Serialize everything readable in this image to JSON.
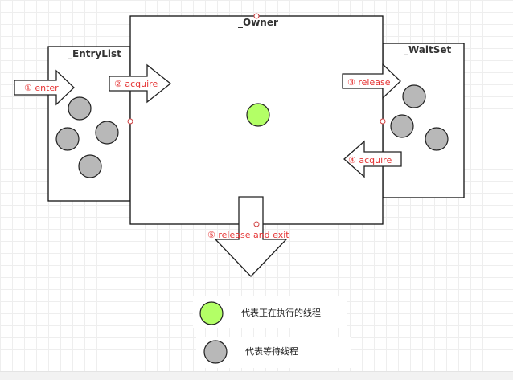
{
  "boxes": {
    "entry_list": "_EntryList",
    "owner": "_Owner",
    "wait_set": "_WaitSet"
  },
  "arrows": {
    "enter": "① enter",
    "acquire_entry": "② acquire",
    "release_wait": "③ release",
    "acquire_wait": "④ acquire",
    "release_exit": "⑤  release and exit"
  },
  "legend": {
    "running": "代表正在执行的线程",
    "waiting": "代表等待线程"
  },
  "colors": {
    "running_thread": "#b3ff66",
    "waiting_thread": "#b8b8b8",
    "arrow_label": "#e53333"
  }
}
